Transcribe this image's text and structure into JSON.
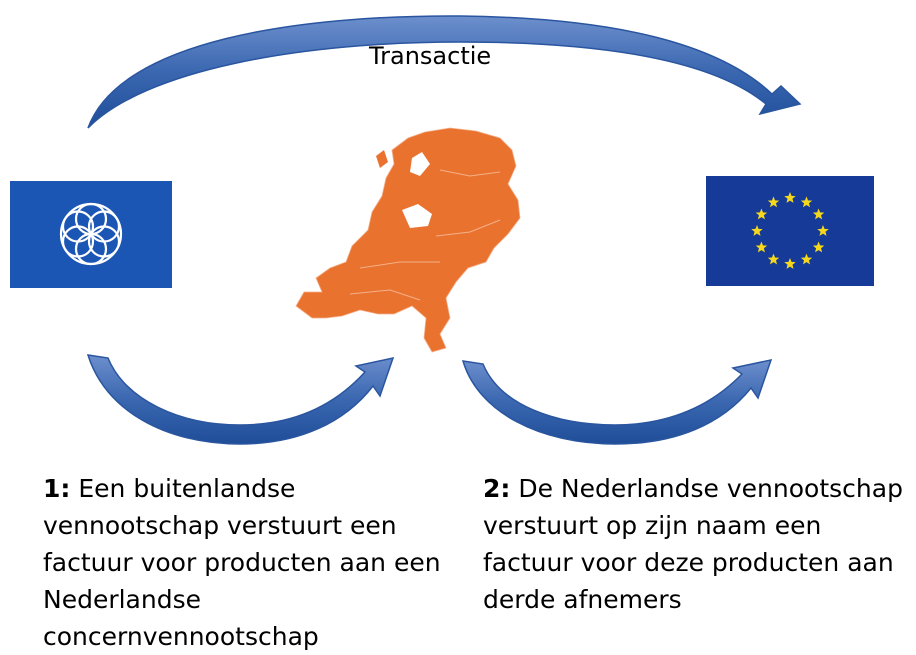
{
  "top_arrow": {
    "label": "Transactie"
  },
  "left_flag": {
    "icon": "flower-of-life-flag-icon",
    "color": "#1b56b5"
  },
  "right_flag": {
    "icon": "eu-flag-icon",
    "color": "#163a98",
    "star_color": "#f5d71c",
    "star_count": 12
  },
  "map": {
    "icon": "netherlands-map-icon",
    "color": "#e9722f"
  },
  "arrow_color": "#3a67b0",
  "steps": [
    {
      "number": "1:",
      "lines": [
        " Een buitenlandse",
        "vennootschap verstuurt een",
        "factuur voor producten aan een",
        "Nederlandse",
        "concernvennootschap"
      ]
    },
    {
      "number": "2:",
      "lines": [
        " De Nederlandse vennootschap",
        "verstuurt op zijn naam een",
        "factuur voor deze producten aan",
        "derde afnemers"
      ]
    }
  ]
}
